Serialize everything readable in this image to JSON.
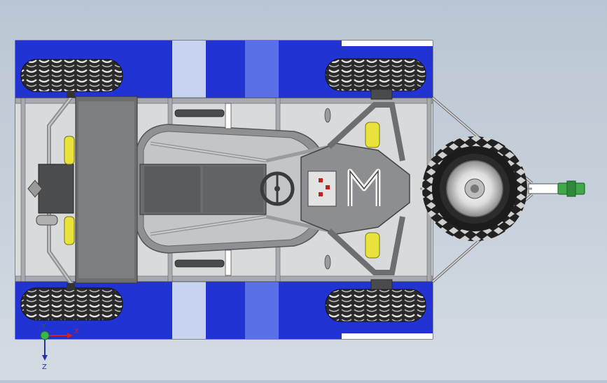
{
  "viewport": {
    "background_top": "#bac6d3",
    "background_bottom": "#d4dbe3"
  },
  "colors": {
    "trailer_blue": "#2233d4",
    "trailer_light_blue": "#c7d3ef",
    "trailer_mid_blue": "#5a70e6",
    "frame_gray": "#a7aaae",
    "panel_gray": "#b8b9bb",
    "dark_panel": "#6d6e70",
    "shock_yellow": "#e9e23a",
    "tire_dark": "#1e1e1e",
    "hitch_green": "#3ea84a"
  },
  "icons": {
    "steering_logo": "m-logo-icon",
    "coordinate_triad": "xyz-triad-icon"
  },
  "triad": {
    "x_label": "X",
    "y_label": "Y",
    "z_label": "Z"
  }
}
